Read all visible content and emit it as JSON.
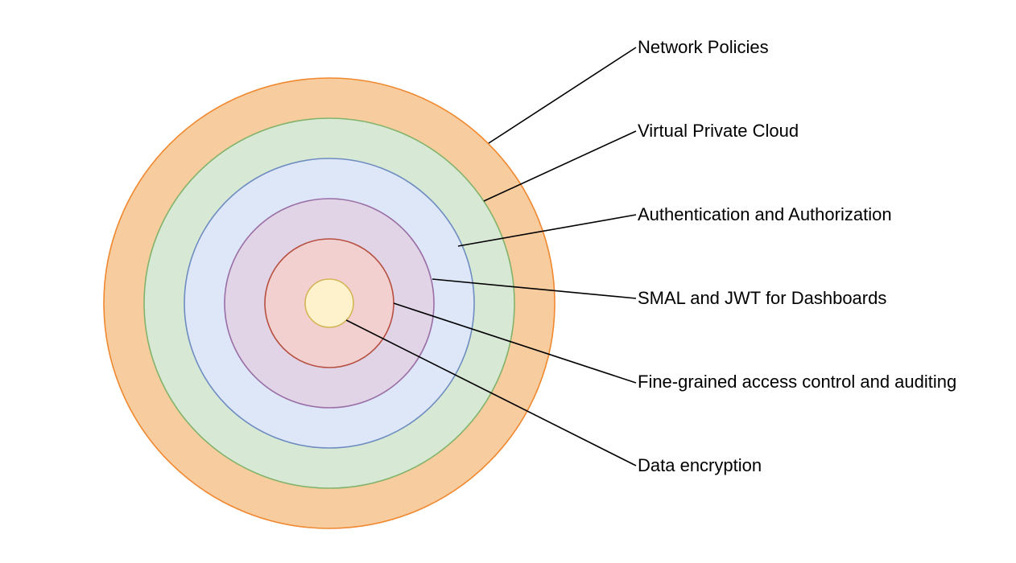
{
  "layers": [
    {
      "label": "Network Policies",
      "fill": "#f7cda0",
      "stroke": "#f0882f"
    },
    {
      "label": "Virtual Private Cloud",
      "fill": "#d7e8d5",
      "stroke": "#82b36a"
    },
    {
      "label": "Authentication and Authorization",
      "fill": "#dde7f8",
      "stroke": "#6e8cc0"
    },
    {
      "label": "SMAL and JWT for Dashboards",
      "fill": "#e0d4e6",
      "stroke": "#9a6ea6"
    },
    {
      "label": "Fine-grained access control and auditing",
      "fill": "#f2d0cf",
      "stroke": "#b64f3f"
    },
    {
      "label": "Data encryption",
      "fill": "#fdf2cc",
      "stroke": "#d4b456"
    }
  ]
}
